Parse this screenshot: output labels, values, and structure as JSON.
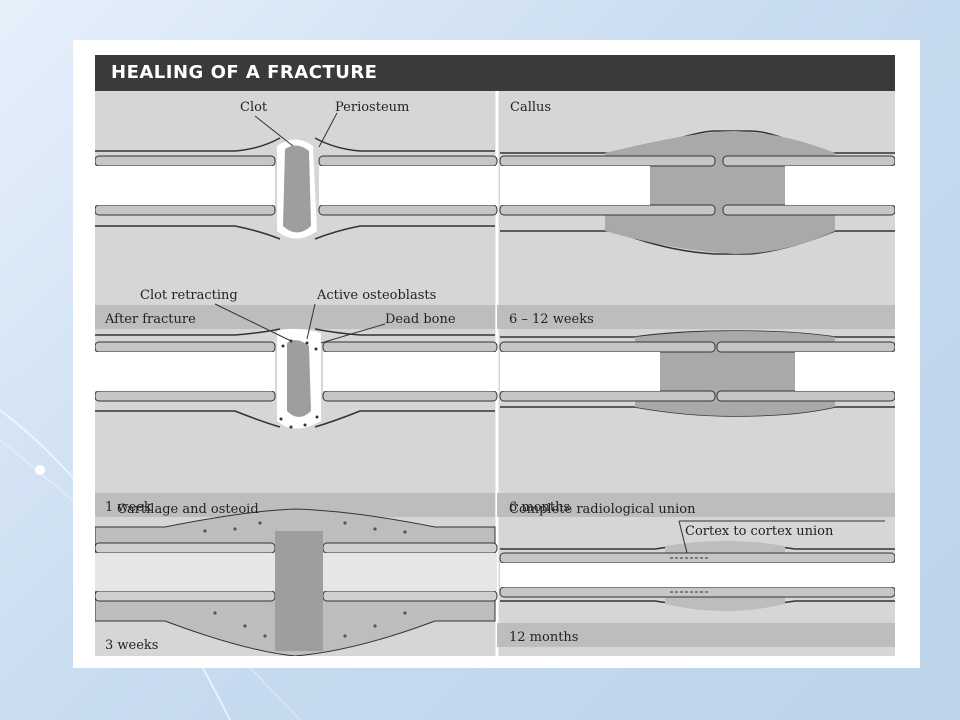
{
  "figure": {
    "title": "HEALING OF A FRACTURE",
    "panels": {
      "after_fracture": {
        "stage": "After fracture",
        "labels": {
          "clot": "Clot",
          "periosteum": "Periosteum"
        }
      },
      "callus": {
        "stage": "6 – 12 weeks",
        "labels": {
          "callus": "Callus"
        }
      },
      "one_week": {
        "stage": "1 week",
        "labels": {
          "clot_retracting": "Clot retracting",
          "active_osteoblasts": "Active osteoblasts",
          "dead_bone": "Dead bone"
        }
      },
      "six_months": {
        "stage": "6 months"
      },
      "three_weeks": {
        "stage": "3 weeks",
        "labels": {
          "cartilage": "Cartilage and osteoid"
        }
      },
      "twelve_months": {
        "stage": "12 months",
        "labels": {
          "radiological": "Complete radiological union",
          "cortex": "Cortex to cortex union"
        }
      }
    }
  },
  "colors": {
    "bone": "#cfcfcf",
    "callus": "#a9a9a9",
    "marrow": "#ffffff",
    "panel": "#d6d6d6",
    "stage_band": "#bdbdbd",
    "title_bar": "#3a3a3a"
  }
}
